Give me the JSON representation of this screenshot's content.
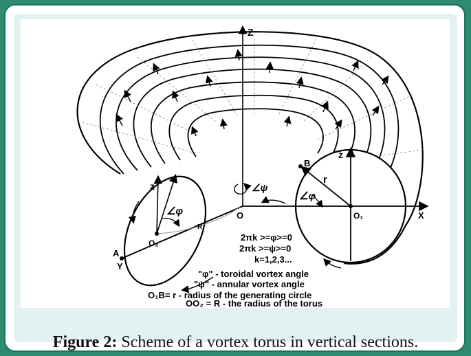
{
  "figure": {
    "labels": {
      "z_axis": "Z",
      "z_left": "z",
      "z_right": "z",
      "x_axis": "X",
      "o": "O",
      "o1": "O₁",
      "o2": "O₂",
      "a": "A",
      "b": "B",
      "y": "Y",
      "r_small": "r",
      "r_big": "R",
      "angle_phi_left": "∠φ",
      "angle_phi_right": "∠φ",
      "angle_psi": "∠ψ"
    },
    "equations": [
      "2πk >=φ>=0",
      "2πk >=ψ>=0",
      "k=1,2,3..."
    ],
    "legend": [
      "\"φ\" - toroidal vortex angle",
      "\"ψ\" - annular vortex angle",
      "O₁B= r - radius of the generating circle",
      "OO₂ = R - the radius of the torus"
    ]
  },
  "caption": {
    "prefix": "Figure 2:",
    "text": " Scheme of a vortex torus in vertical sections."
  }
}
